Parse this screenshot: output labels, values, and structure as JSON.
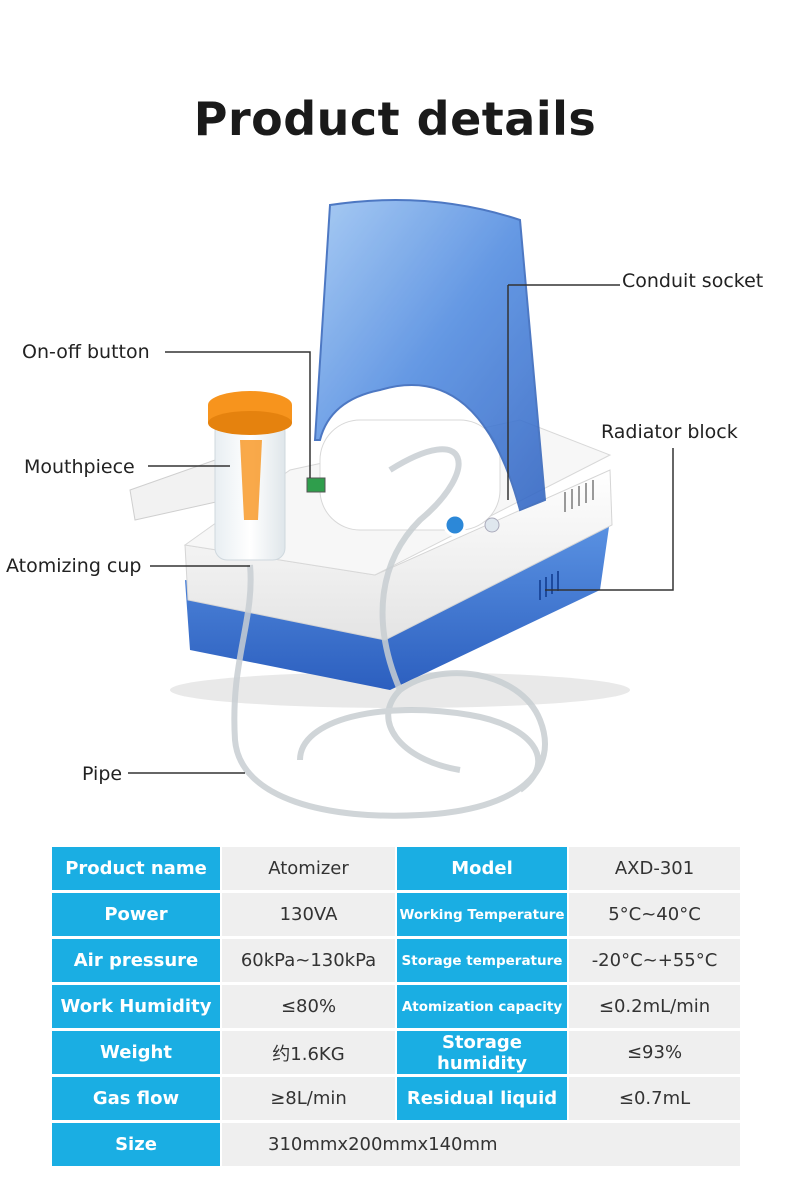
{
  "title": "Product details",
  "callouts": {
    "conduit_socket": "Conduit socket",
    "on_off_button": "On-off button",
    "radiator_block": "Radiator block",
    "mouthpiece": "Mouthpiece",
    "atomizing_cup": "Atomizing cup",
    "pipe": "Pipe"
  },
  "specs": {
    "product_name": {
      "label": "Product name",
      "value": "Atomizer"
    },
    "model": {
      "label": "Model",
      "value": "AXD-301"
    },
    "power": {
      "label": "Power",
      "value": "130VA"
    },
    "working_temperature": {
      "label": "Working Temperature",
      "value": "5°C~40°C"
    },
    "air_pressure": {
      "label": "Air pressure",
      "value": "60kPa~130kPa"
    },
    "storage_temperature": {
      "label": "Storage temperature",
      "value": "-20°C~+55°C"
    },
    "work_humidity": {
      "label": "Work Humidity",
      "value": "≤80%"
    },
    "atomization_capacity": {
      "label": "Atomization capacity",
      "value": "≤0.2mL/min"
    },
    "weight": {
      "label": "Weight",
      "value": "约1.6KG"
    },
    "storage_humidity": {
      "label": "Storage humidity",
      "value": "≤93%"
    },
    "gas_flow": {
      "label": "Gas flow",
      "value": "≥8L/min"
    },
    "residual_liquid": {
      "label": "Residual liquid",
      "value": "≤0.7mL"
    },
    "size": {
      "label": "Size",
      "value": "310mmx200mmx140mm"
    }
  },
  "colors": {
    "label_bg": "#1aaee3",
    "value_bg": "#efefef",
    "device_blue": "#3f7fd6",
    "device_white": "#f4f4f4",
    "cup_cap": "#f7941d"
  }
}
